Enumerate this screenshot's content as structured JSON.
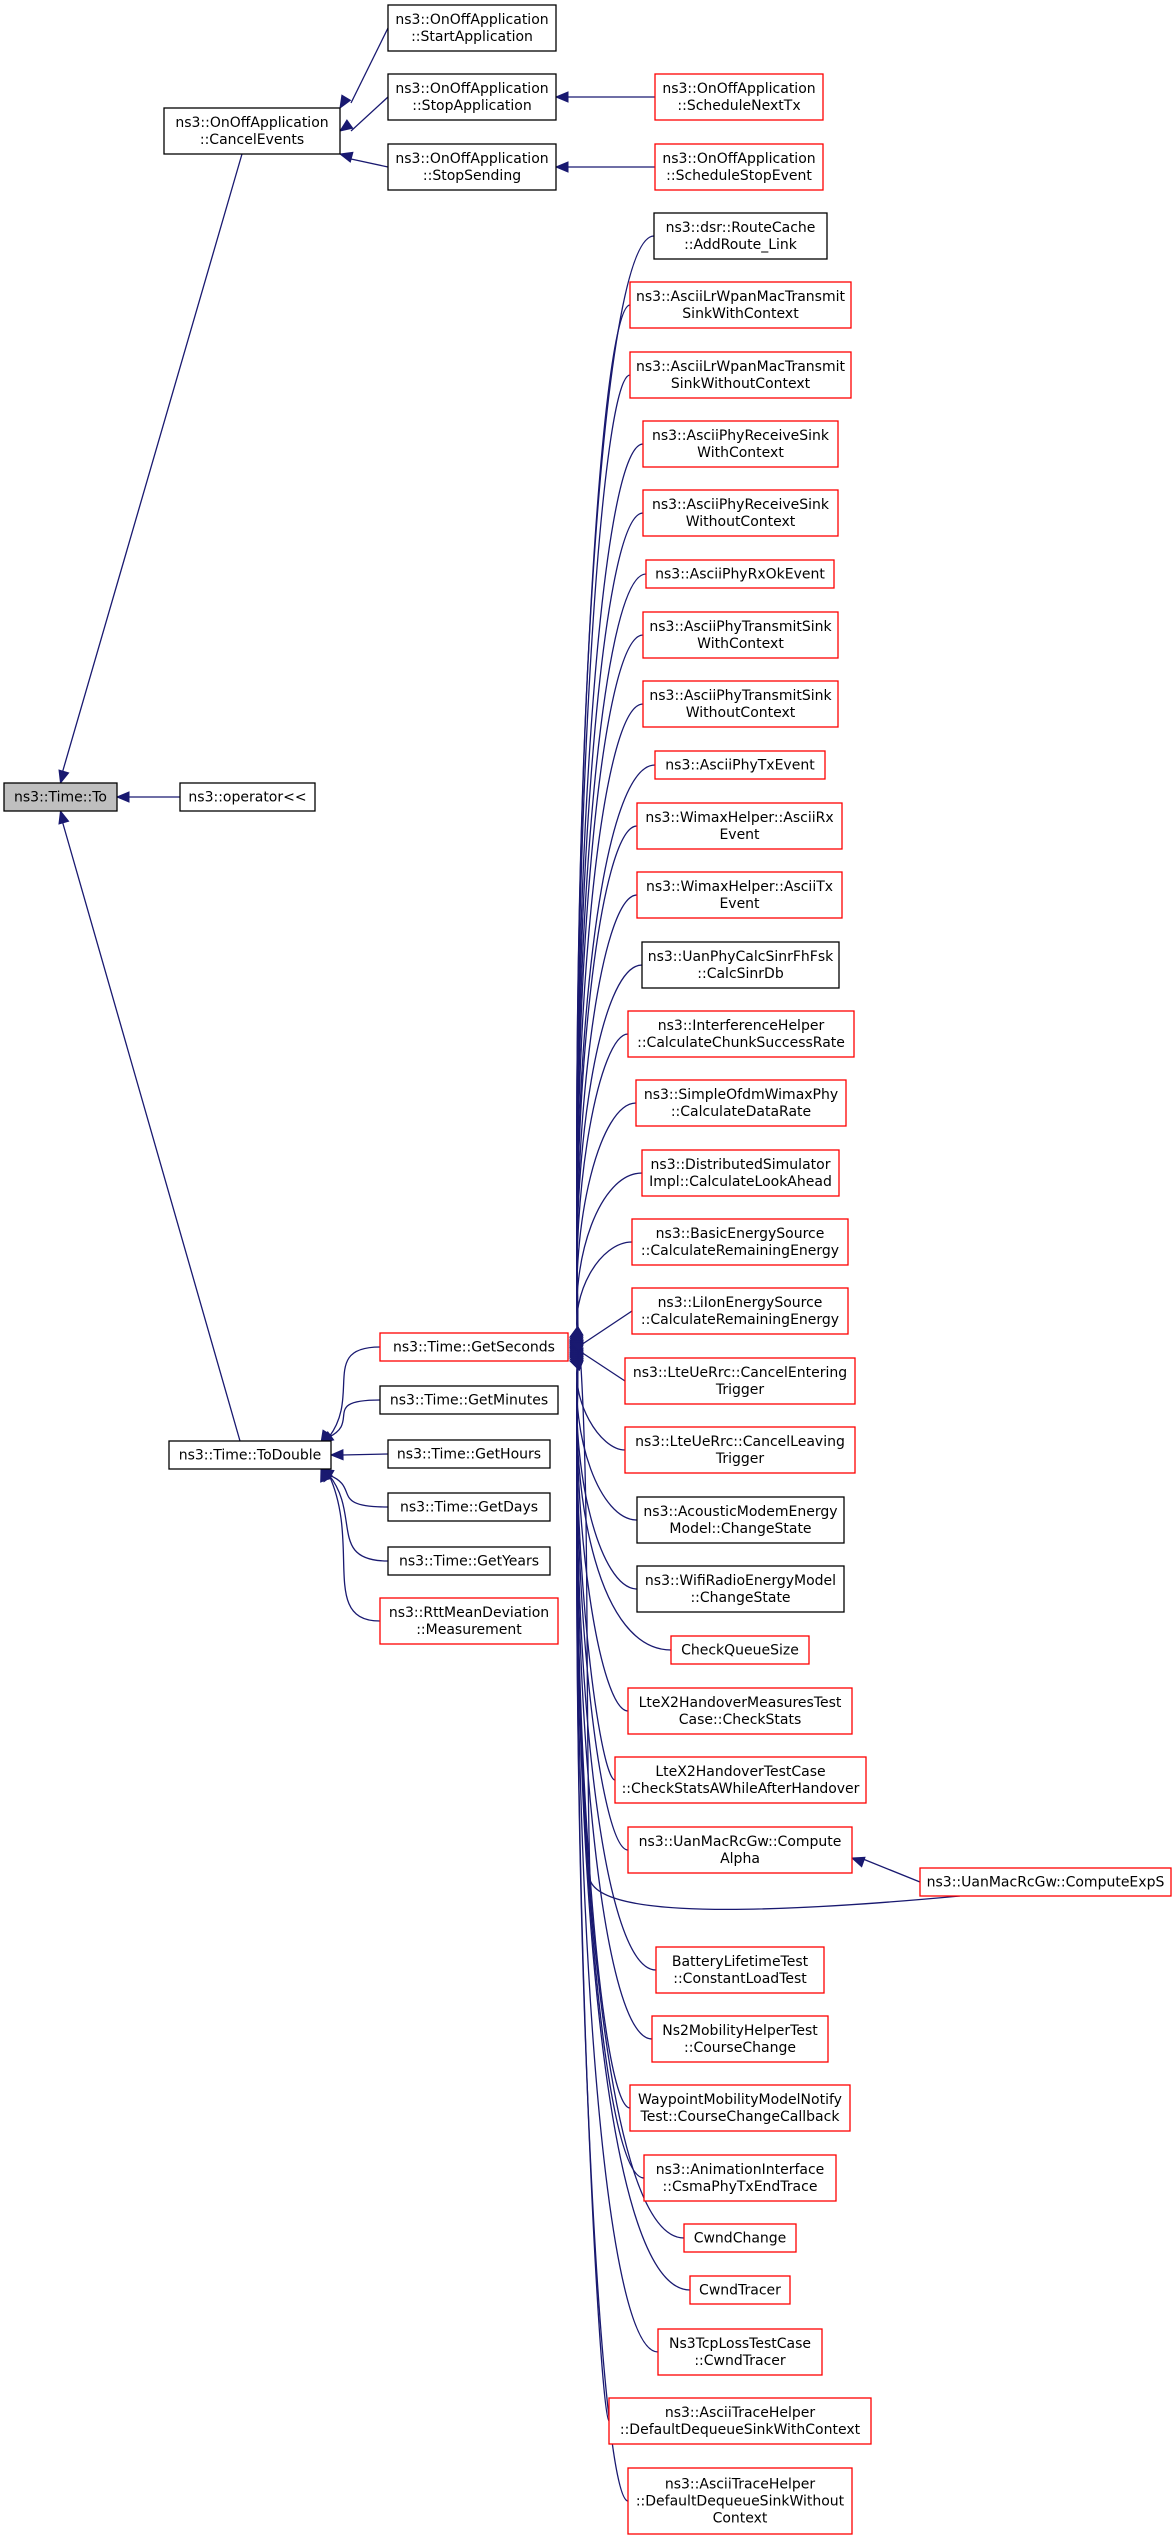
{
  "colors": {
    "edge": "#191970",
    "border_normal": "#000000",
    "border_truncated": "#ff0000",
    "fill_root": "#bfbfbf",
    "fill_normal": "#ffffff"
  },
  "nodes": [
    {
      "id": "to",
      "lines": [
        "ns3::Time::To"
      ],
      "style": "root"
    },
    {
      "id": "cancel_events",
      "lines": [
        "ns3::OnOffApplication",
        "::CancelEvents"
      ],
      "style": "normal"
    },
    {
      "id": "start_app",
      "lines": [
        "ns3::OnOffApplication",
        "::StartApplication"
      ],
      "style": "normal"
    },
    {
      "id": "stop_app",
      "lines": [
        "ns3::OnOffApplication",
        "::StopApplication"
      ],
      "style": "normal"
    },
    {
      "id": "stop_sending",
      "lines": [
        "ns3::OnOffApplication",
        "::StopSending"
      ],
      "style": "normal"
    },
    {
      "id": "schedule_next_tx",
      "lines": [
        "ns3::OnOffApplication",
        "::ScheduleNextTx"
      ],
      "style": "truncated"
    },
    {
      "id": "schedule_stop_event",
      "lines": [
        "ns3::OnOffApplication",
        "::ScheduleStopEvent"
      ],
      "style": "truncated"
    },
    {
      "id": "operator_ll",
      "lines": [
        "ns3::operator<<"
      ],
      "style": "normal"
    },
    {
      "id": "to_double",
      "lines": [
        "ns3::Time::ToDouble"
      ],
      "style": "normal"
    },
    {
      "id": "get_seconds",
      "lines": [
        "ns3::Time::GetSeconds"
      ],
      "style": "truncated"
    },
    {
      "id": "get_minutes",
      "lines": [
        "ns3::Time::GetMinutes"
      ],
      "style": "normal"
    },
    {
      "id": "get_hours",
      "lines": [
        "ns3::Time::GetHours"
      ],
      "style": "normal"
    },
    {
      "id": "get_days",
      "lines": [
        "ns3::Time::GetDays"
      ],
      "style": "normal"
    },
    {
      "id": "get_years",
      "lines": [
        "ns3::Time::GetYears"
      ],
      "style": "normal"
    },
    {
      "id": "rtt_measurement",
      "lines": [
        "ns3::RttMeanDeviation",
        "::Measurement"
      ],
      "style": "truncated"
    },
    {
      "id": "add_route_link",
      "lines": [
        "ns3::dsr::RouteCache",
        "::AddRoute_Link"
      ],
      "style": "normal"
    },
    {
      "id": "lrwpan_sink_with",
      "lines": [
        "ns3::AsciiLrWpanMacTransmit",
        "SinkWithContext"
      ],
      "style": "truncated"
    },
    {
      "id": "lrwpan_sink_without",
      "lines": [
        "ns3::AsciiLrWpanMacTransmit",
        "SinkWithoutContext"
      ],
      "style": "truncated"
    },
    {
      "id": "phy_recv_with",
      "lines": [
        "ns3::AsciiPhyReceiveSink",
        "WithContext"
      ],
      "style": "truncated"
    },
    {
      "id": "phy_recv_without",
      "lines": [
        "ns3::AsciiPhyReceiveSink",
        "WithoutContext"
      ],
      "style": "truncated"
    },
    {
      "id": "phy_rx_ok",
      "lines": [
        "ns3::AsciiPhyRxOkEvent"
      ],
      "style": "truncated"
    },
    {
      "id": "phy_tx_with",
      "lines": [
        "ns3::AsciiPhyTransmitSink",
        "WithContext"
      ],
      "style": "truncated"
    },
    {
      "id": "phy_tx_without",
      "lines": [
        "ns3::AsciiPhyTransmitSink",
        "WithoutContext"
      ],
      "style": "truncated"
    },
    {
      "id": "phy_tx_event",
      "lines": [
        "ns3::AsciiPhyTxEvent"
      ],
      "style": "truncated"
    },
    {
      "id": "wimax_rx",
      "lines": [
        "ns3::WimaxHelper::AsciiRx",
        "Event"
      ],
      "style": "truncated"
    },
    {
      "id": "wimax_tx",
      "lines": [
        "ns3::WimaxHelper::AsciiTx",
        "Event"
      ],
      "style": "truncated"
    },
    {
      "id": "uan_sinr",
      "lines": [
        "ns3::UanPhyCalcSinrFhFsk",
        "::CalcSinrDb"
      ],
      "style": "normal"
    },
    {
      "id": "interference",
      "lines": [
        "ns3::InterferenceHelper",
        "::CalculateChunkSuccessRate"
      ],
      "style": "truncated"
    },
    {
      "id": "ofdm_rate",
      "lines": [
        "ns3::SimpleOfdmWimaxPhy",
        "::CalculateDataRate"
      ],
      "style": "truncated"
    },
    {
      "id": "dist_sim",
      "lines": [
        "ns3::DistributedSimulator",
        "Impl::CalculateLookAhead"
      ],
      "style": "truncated"
    },
    {
      "id": "basic_energy",
      "lines": [
        "ns3::BasicEnergySource",
        "::CalculateRemainingEnergy"
      ],
      "style": "truncated"
    },
    {
      "id": "liion_energy",
      "lines": [
        "ns3::LiIonEnergySource",
        "::CalculateRemainingEnergy"
      ],
      "style": "truncated"
    },
    {
      "id": "lte_cancel_entering",
      "lines": [
        "ns3::LteUeRrc::CancelEntering",
        "Trigger"
      ],
      "style": "truncated"
    },
    {
      "id": "lte_cancel_leaving",
      "lines": [
        "ns3::LteUeRrc::CancelLeaving",
        "Trigger"
      ],
      "style": "truncated"
    },
    {
      "id": "acoustic_modem",
      "lines": [
        "ns3::AcousticModemEnergy",
        "Model::ChangeState"
      ],
      "style": "normal"
    },
    {
      "id": "wifi_radio",
      "lines": [
        "ns3::WifiRadioEnergyModel",
        "::ChangeState"
      ],
      "style": "normal"
    },
    {
      "id": "check_queue",
      "lines": [
        "CheckQueueSize"
      ],
      "style": "truncated"
    },
    {
      "id": "ltex2_measures",
      "lines": [
        "LteX2HandoverMeasuresTest",
        "Case::CheckStats"
      ],
      "style": "truncated"
    },
    {
      "id": "ltex2_test",
      "lines": [
        "LteX2HandoverTestCase",
        "::CheckStatsAWhileAfterHandover"
      ],
      "style": "truncated"
    },
    {
      "id": "uan_alpha",
      "lines": [
        "ns3::UanMacRcGw::Compute",
        "Alpha"
      ],
      "style": "truncated"
    },
    {
      "id": "uan_exps",
      "lines": [
        "ns3::UanMacRcGw::ComputeExpS"
      ],
      "style": "truncated"
    },
    {
      "id": "battery",
      "lines": [
        "BatteryLifetimeTest",
        "::ConstantLoadTest"
      ],
      "style": "truncated"
    },
    {
      "id": "ns2_mobility",
      "lines": [
        "Ns2MobilityHelperTest",
        "::CourseChange"
      ],
      "style": "truncated"
    },
    {
      "id": "waypoint",
      "lines": [
        "WaypointMobilityModelNotify",
        "Test::CourseChangeCallback"
      ],
      "style": "truncated"
    },
    {
      "id": "animation",
      "lines": [
        "ns3::AnimationInterface",
        "::CsmaPhyTxEndTrace"
      ],
      "style": "truncated"
    },
    {
      "id": "cwnd_change",
      "lines": [
        "CwndChange"
      ],
      "style": "truncated"
    },
    {
      "id": "cwnd_tracer",
      "lines": [
        "CwndTracer"
      ],
      "style": "truncated"
    },
    {
      "id": "ns3tcp_loss",
      "lines": [
        "Ns3TcpLossTestCase",
        "::CwndTracer"
      ],
      "style": "truncated"
    },
    {
      "id": "trace_deq_with",
      "lines": [
        "ns3::AsciiTraceHelper",
        "::DefaultDequeueSinkWithContext"
      ],
      "style": "truncated"
    },
    {
      "id": "trace_deq_without",
      "lines": [
        "ns3::AsciiTraceHelper",
        "::DefaultDequeueSinkWithout",
        "Context"
      ],
      "style": "truncated"
    }
  ],
  "edges": [
    {
      "from": "cancel_events",
      "to": "to"
    },
    {
      "from": "operator_ll",
      "to": "to"
    },
    {
      "from": "to_double",
      "to": "to"
    },
    {
      "from": "start_app",
      "to": "cancel_events"
    },
    {
      "from": "stop_app",
      "to": "cancel_events"
    },
    {
      "from": "stop_sending",
      "to": "cancel_events"
    },
    {
      "from": "schedule_next_tx",
      "to": "stop_app"
    },
    {
      "from": "schedule_stop_event",
      "to": "stop_sending"
    },
    {
      "from": "get_seconds",
      "to": "to_double"
    },
    {
      "from": "get_minutes",
      "to": "to_double"
    },
    {
      "from": "get_hours",
      "to": "to_double"
    },
    {
      "from": "get_days",
      "to": "to_double"
    },
    {
      "from": "get_years",
      "to": "to_double"
    },
    {
      "from": "rtt_measurement",
      "to": "to_double"
    },
    {
      "from": "add_route_link",
      "to": "get_seconds"
    },
    {
      "from": "lrwpan_sink_with",
      "to": "get_seconds"
    },
    {
      "from": "lrwpan_sink_without",
      "to": "get_seconds"
    },
    {
      "from": "phy_recv_with",
      "to": "get_seconds"
    },
    {
      "from": "phy_recv_without",
      "to": "get_seconds"
    },
    {
      "from": "phy_rx_ok",
      "to": "get_seconds"
    },
    {
      "from": "phy_tx_with",
      "to": "get_seconds"
    },
    {
      "from": "phy_tx_without",
      "to": "get_seconds"
    },
    {
      "from": "phy_tx_event",
      "to": "get_seconds"
    },
    {
      "from": "wimax_rx",
      "to": "get_seconds"
    },
    {
      "from": "wimax_tx",
      "to": "get_seconds"
    },
    {
      "from": "uan_sinr",
      "to": "get_seconds"
    },
    {
      "from": "interference",
      "to": "get_seconds"
    },
    {
      "from": "ofdm_rate",
      "to": "get_seconds"
    },
    {
      "from": "dist_sim",
      "to": "get_seconds"
    },
    {
      "from": "basic_energy",
      "to": "get_seconds"
    },
    {
      "from": "liion_energy",
      "to": "get_seconds"
    },
    {
      "from": "lte_cancel_entering",
      "to": "get_seconds"
    },
    {
      "from": "lte_cancel_leaving",
      "to": "get_seconds"
    },
    {
      "from": "acoustic_modem",
      "to": "get_seconds"
    },
    {
      "from": "wifi_radio",
      "to": "get_seconds"
    },
    {
      "from": "check_queue",
      "to": "get_seconds"
    },
    {
      "from": "ltex2_measures",
      "to": "get_seconds"
    },
    {
      "from": "ltex2_test",
      "to": "get_seconds"
    },
    {
      "from": "uan_alpha",
      "to": "get_seconds"
    },
    {
      "from": "uan_exps",
      "to": "get_seconds"
    },
    {
      "from": "uan_exps",
      "to": "uan_alpha"
    },
    {
      "from": "battery",
      "to": "get_seconds"
    },
    {
      "from": "ns2_mobility",
      "to": "get_seconds"
    },
    {
      "from": "waypoint",
      "to": "get_seconds"
    },
    {
      "from": "animation",
      "to": "get_seconds"
    },
    {
      "from": "cwnd_change",
      "to": "get_seconds"
    },
    {
      "from": "cwnd_tracer",
      "to": "get_seconds"
    },
    {
      "from": "ns3tcp_loss",
      "to": "get_seconds"
    },
    {
      "from": "trace_deq_with",
      "to": "get_seconds"
    },
    {
      "from": "trace_deq_without",
      "to": "get_seconds"
    }
  ]
}
